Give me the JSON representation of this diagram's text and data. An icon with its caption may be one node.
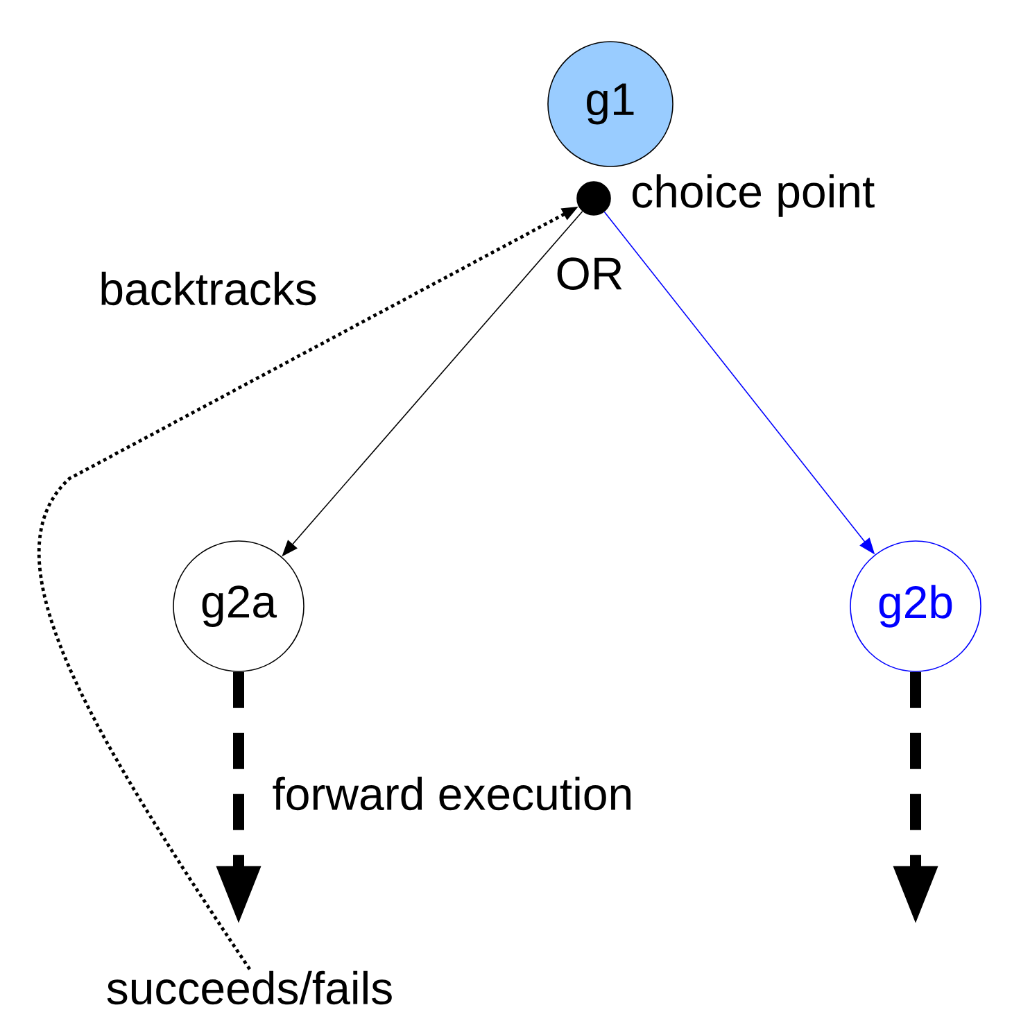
{
  "diagram": {
    "nodes": [
      {
        "text": [
          "g1"
        ]
      },
      {
        "text": [],
        "shape": "circle",
        "beside": [
          "choice point",
          "OR"
        ]
      },
      {
        "text": [
          "g2a"
        ]
      },
      {
        "text": [
          "g2b"
        ]
      },
      {
        "text": [
          "succeeds/fails"
        ]
      }
    ],
    "edges": [
      {
        "from": 1,
        "to": 2,
        "arrow": "to"
      },
      {
        "from": 1,
        "to": 3,
        "arrow": "to",
        "color": "#0000ff"
      },
      {
        "from": 2,
        "to": null,
        "arrow": "to",
        "style": "dashed",
        "label": "forward execution"
      },
      {
        "from": 3,
        "to": null,
        "arrow": "to",
        "style": "dashed"
      },
      {
        "from": 4,
        "to": 1,
        "arrow": "to",
        "style": "dashed",
        "label": "backtracks"
      }
    ]
  }
}
